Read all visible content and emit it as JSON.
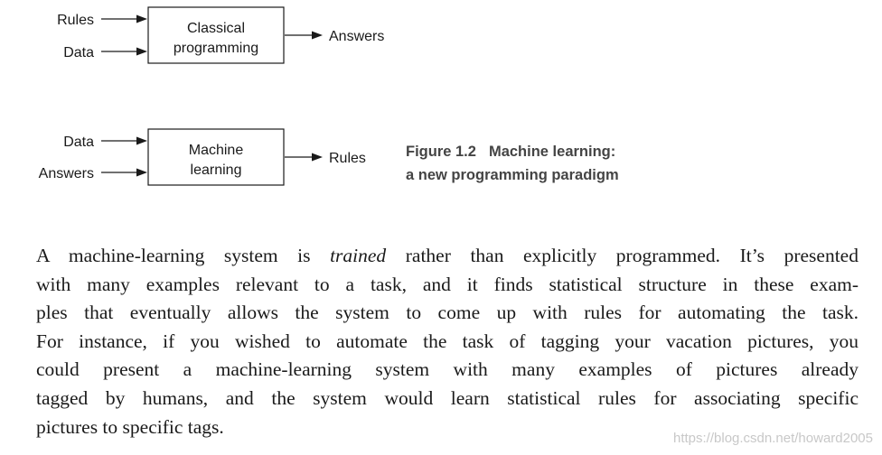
{
  "diagram_top": {
    "inputs": [
      "Rules",
      "Data"
    ],
    "box_lines": [
      "Classical",
      "programming"
    ],
    "output": "Answers"
  },
  "diagram_bottom": {
    "inputs": [
      "Data",
      "Answers"
    ],
    "box_lines": [
      "Machine",
      "learning"
    ],
    "output": "Rules"
  },
  "caption": {
    "number": "Figure 1.2",
    "title_line1": "Machine learning:",
    "title_line2": "a new programming paradigm"
  },
  "paragraph": {
    "line1_before": "A machine-learning system is ",
    "line1_emph": "trained",
    "line1_after": " rather than explicitly programmed. It’s presented",
    "line2": "with many examples relevant to a task, and it finds statistical structure in these exam-",
    "line3": "ples that eventually allows the system to come up with rules for automating the task.",
    "line4": "For instance, if you wished to automate the task of tagging your vacation pictures, you",
    "line5": "could present a machine-learning system with many examples of pictures already",
    "line6": "tagged by humans, and the system would learn statistical rules for associating specific",
    "line7": "pictures to specific tags."
  },
  "watermark": "https://blog.csdn.net/howard2005"
}
